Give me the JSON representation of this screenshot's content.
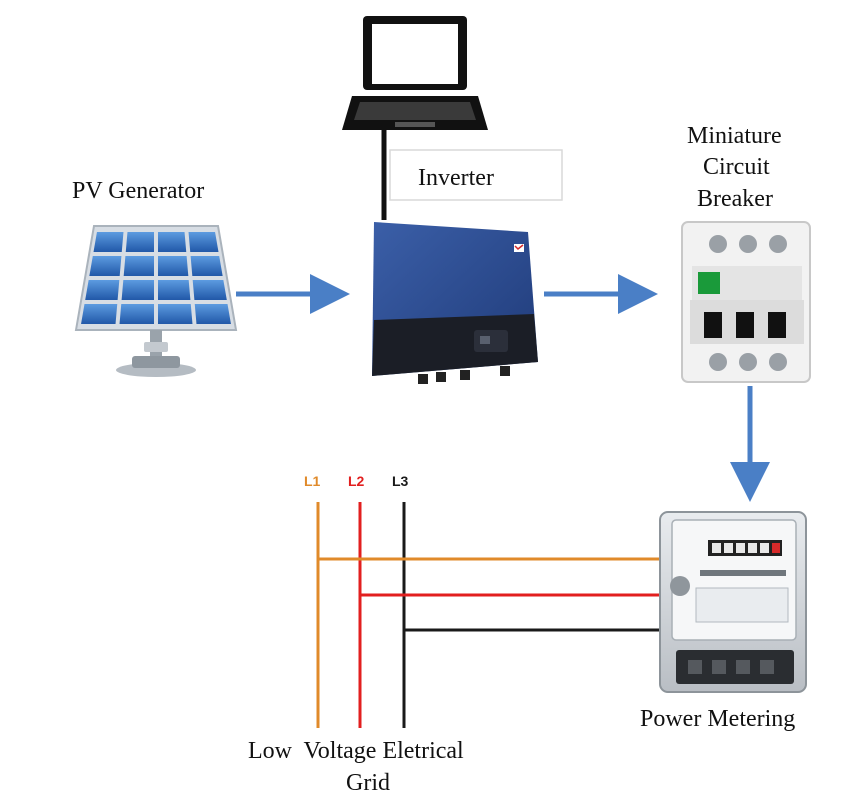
{
  "labels": {
    "pv_generator": "PV Generator",
    "inverter": "Inverter",
    "breaker_line1": "Miniature",
    "breaker_line2": "Circuit",
    "breaker_line3": "Breaker",
    "power_metering": "Power Metering",
    "grid_line1": "Low  Voltage Eletrical",
    "grid_line2": "Grid"
  },
  "phases": {
    "l1": "L1",
    "l2": "L2",
    "l3": "L3"
  },
  "colors": {
    "arrow": "#4a7fc6",
    "l1": "#e08a2a",
    "l2": "#e21f1f",
    "l3": "#1a1a1a",
    "inverter_body": "#2a4a8c",
    "panel_cell": "#2f6fc2",
    "breaker_body": "#f2f2f2",
    "breaker_accent": "#1a9a3a"
  },
  "icons": {
    "laptop": "laptop-icon",
    "solar_panel": "solar-panel-icon",
    "inverter": "inverter-device-icon",
    "breaker": "circuit-breaker-icon",
    "meter": "energy-meter-icon"
  }
}
